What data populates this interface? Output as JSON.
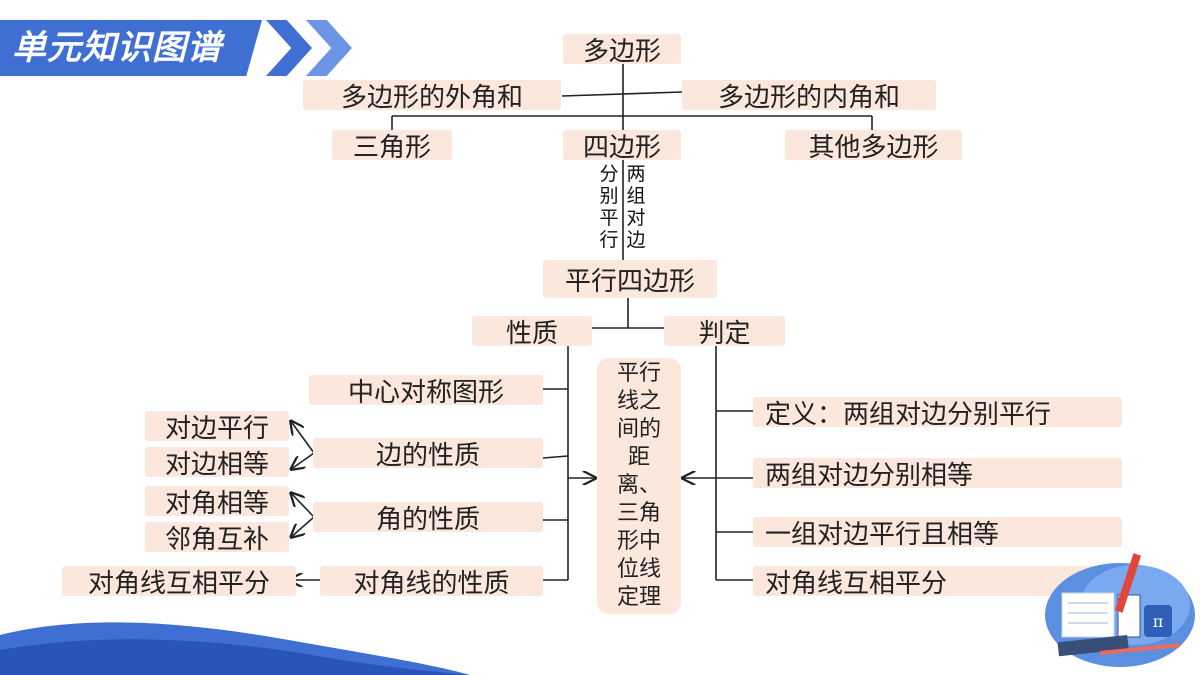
{
  "header": {
    "title": "单元知识图谱"
  },
  "diagram": {
    "root": "多边形",
    "exterior_angle_sum": "多边形的外角和",
    "interior_angle_sum": "多边形的内角和",
    "triangle": "三角形",
    "quadrilateral": "四边形",
    "other_polygons": "其他多边形",
    "edge_label_left": "分别平行",
    "edge_label_right": "两组对边",
    "parallelogram": "平行四边形",
    "properties": {
      "title": "性质",
      "central_symmetry": "中心对称图形",
      "sides": {
        "label": "边的性质",
        "items": [
          "对边平行",
          "对边相等"
        ]
      },
      "angles": {
        "label": "角的性质",
        "items": [
          "对角相等",
          "邻角互补"
        ]
      },
      "diagonals": {
        "label": "对角线的性质",
        "result": "对角线互相平分"
      }
    },
    "center_note": "平行线之间的距离、三角形中位线定理",
    "criteria": {
      "title": "判定",
      "items": [
        "定义：两组对边分别平行",
        "两组对边分别相等",
        "一组对边平行且相等",
        "对角线互相平分"
      ]
    }
  }
}
